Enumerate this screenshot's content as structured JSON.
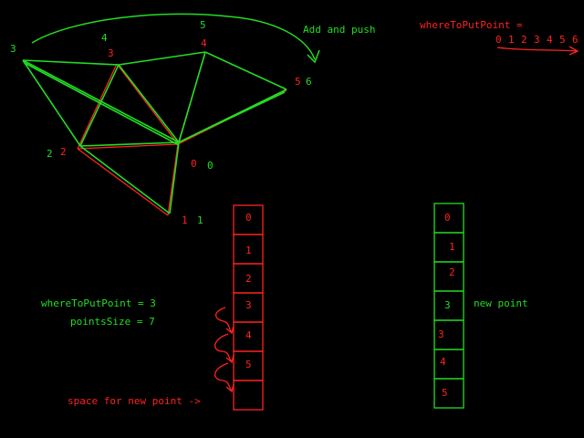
{
  "colors": {
    "background": "#000000",
    "green": "#22dd22",
    "red": "#ff2222"
  },
  "top_text": {
    "add_and_push": "Add and push",
    "where_to_put_point_header": "whereToPutPoint =",
    "sequence_digits": [
      "0",
      "1",
      "2",
      "3",
      "4",
      "5",
      "6"
    ]
  },
  "graph": {
    "green_labels": [
      "0",
      "1",
      "2",
      "3",
      "4",
      "5",
      "6"
    ],
    "red_labels": [
      "0",
      "1",
      "2",
      "3",
      "4",
      "5"
    ]
  },
  "left_text": {
    "where_to_put_point": "whereToPutPoint = 3",
    "points_size": "pointsSize = 7",
    "space_for_new_point": "space for new point ->"
  },
  "red_array": {
    "cells": [
      "0",
      "1",
      "2",
      "3",
      "4",
      "5",
      ""
    ]
  },
  "green_array": {
    "cells": [
      "0",
      "1",
      "2",
      "3",
      "3",
      "4",
      "5"
    ],
    "cell_colors": [
      "red",
      "red",
      "red",
      "green",
      "red",
      "red",
      "red"
    ],
    "new_point_label": "new point"
  }
}
